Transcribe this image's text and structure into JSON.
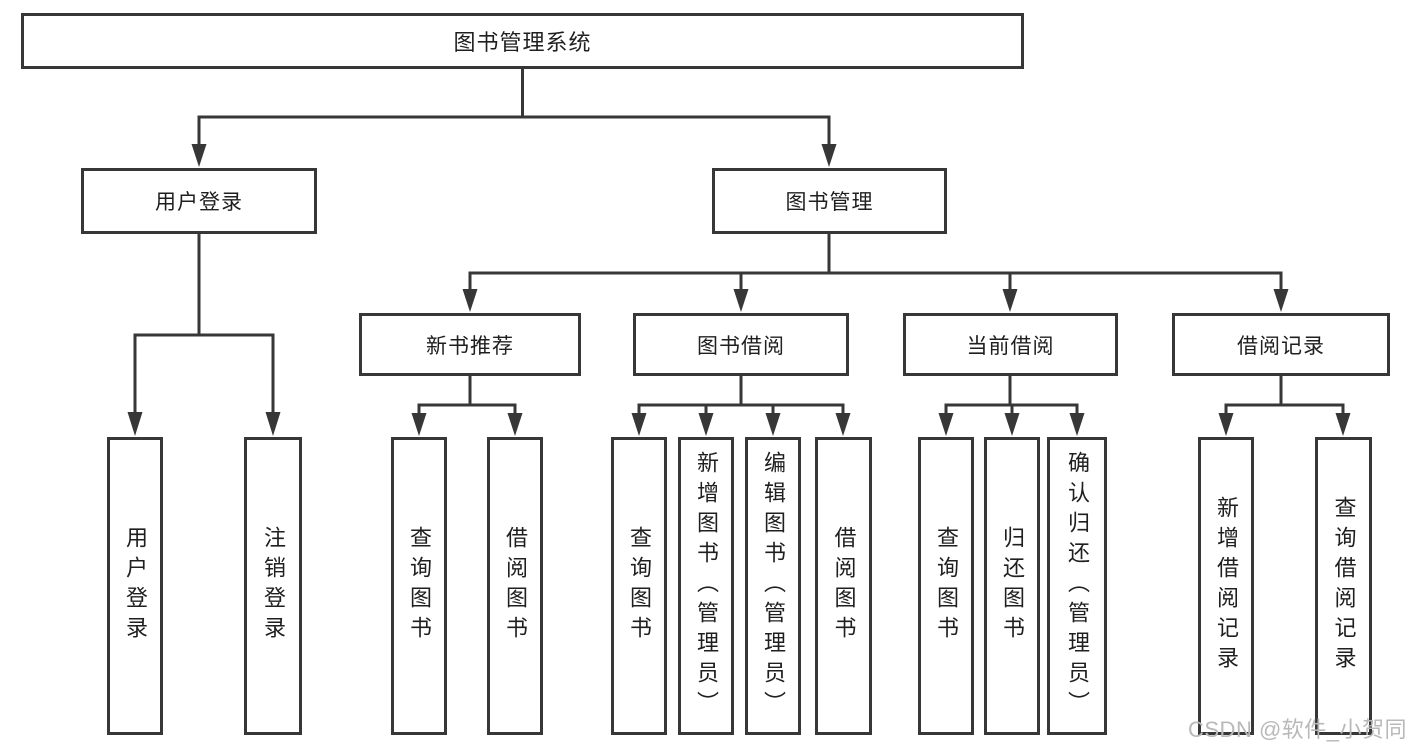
{
  "diagram": {
    "title": "图书管理系统",
    "branches": [
      {
        "label": "用户登录",
        "children": [
          {
            "label": "用户登录"
          },
          {
            "label": "注销登录"
          }
        ]
      },
      {
        "label": "图书管理",
        "children": [
          {
            "label": "新书推荐",
            "children": [
              {
                "label": "查询图书"
              },
              {
                "label": "借阅图书"
              }
            ]
          },
          {
            "label": "图书借阅",
            "children": [
              {
                "label": "查询图书"
              },
              {
                "label": "新增图书（管理员）"
              },
              {
                "label": "编辑图书（管理员）"
              },
              {
                "label": "借阅图书"
              }
            ]
          },
          {
            "label": "当前借阅",
            "children": [
              {
                "label": "查询图书"
              },
              {
                "label": "归还图书"
              },
              {
                "label": "确认归还（管理员）"
              }
            ]
          },
          {
            "label": "借阅记录",
            "children": [
              {
                "label": "新增借阅记录"
              },
              {
                "label": "查询借阅记录"
              }
            ]
          }
        ]
      }
    ]
  },
  "watermark": {
    "text": "CSDN @软件_小贺同学"
  },
  "colors": {
    "line": "#373737",
    "text": "#1f1f1f",
    "watermark_text": "#b9b9b9",
    "background": "#ffffff"
  }
}
